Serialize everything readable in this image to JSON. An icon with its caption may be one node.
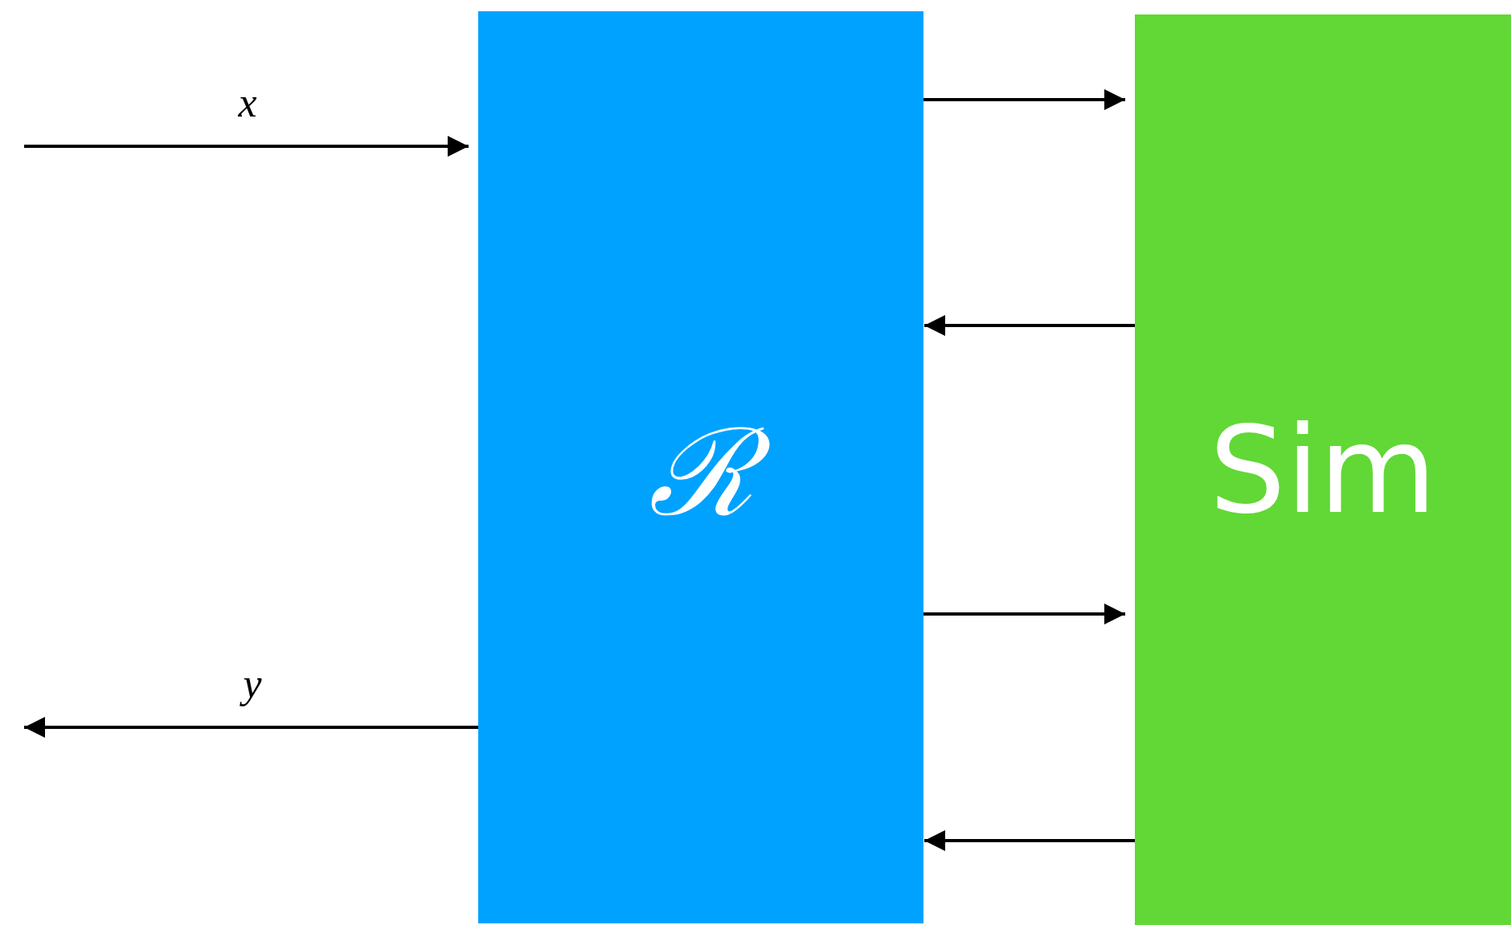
{
  "diagram": {
    "nodes": [
      {
        "text": [
          "ℛ"
        ]
      },
      {
        "text": [
          "Sim"
        ]
      }
    ],
    "edges": [
      {
        "from": null,
        "to": 0,
        "arrow": "to",
        "label": "x"
      },
      {
        "from": 0,
        "to": null,
        "arrow": "to",
        "label": "y"
      },
      {
        "from": 0,
        "to": 1,
        "arrow": "to"
      },
      {
        "from": 1,
        "to": 0,
        "arrow": "to"
      },
      {
        "from": 0,
        "to": 1,
        "arrow": "to"
      },
      {
        "from": 1,
        "to": 0,
        "arrow": "to"
      }
    ]
  }
}
